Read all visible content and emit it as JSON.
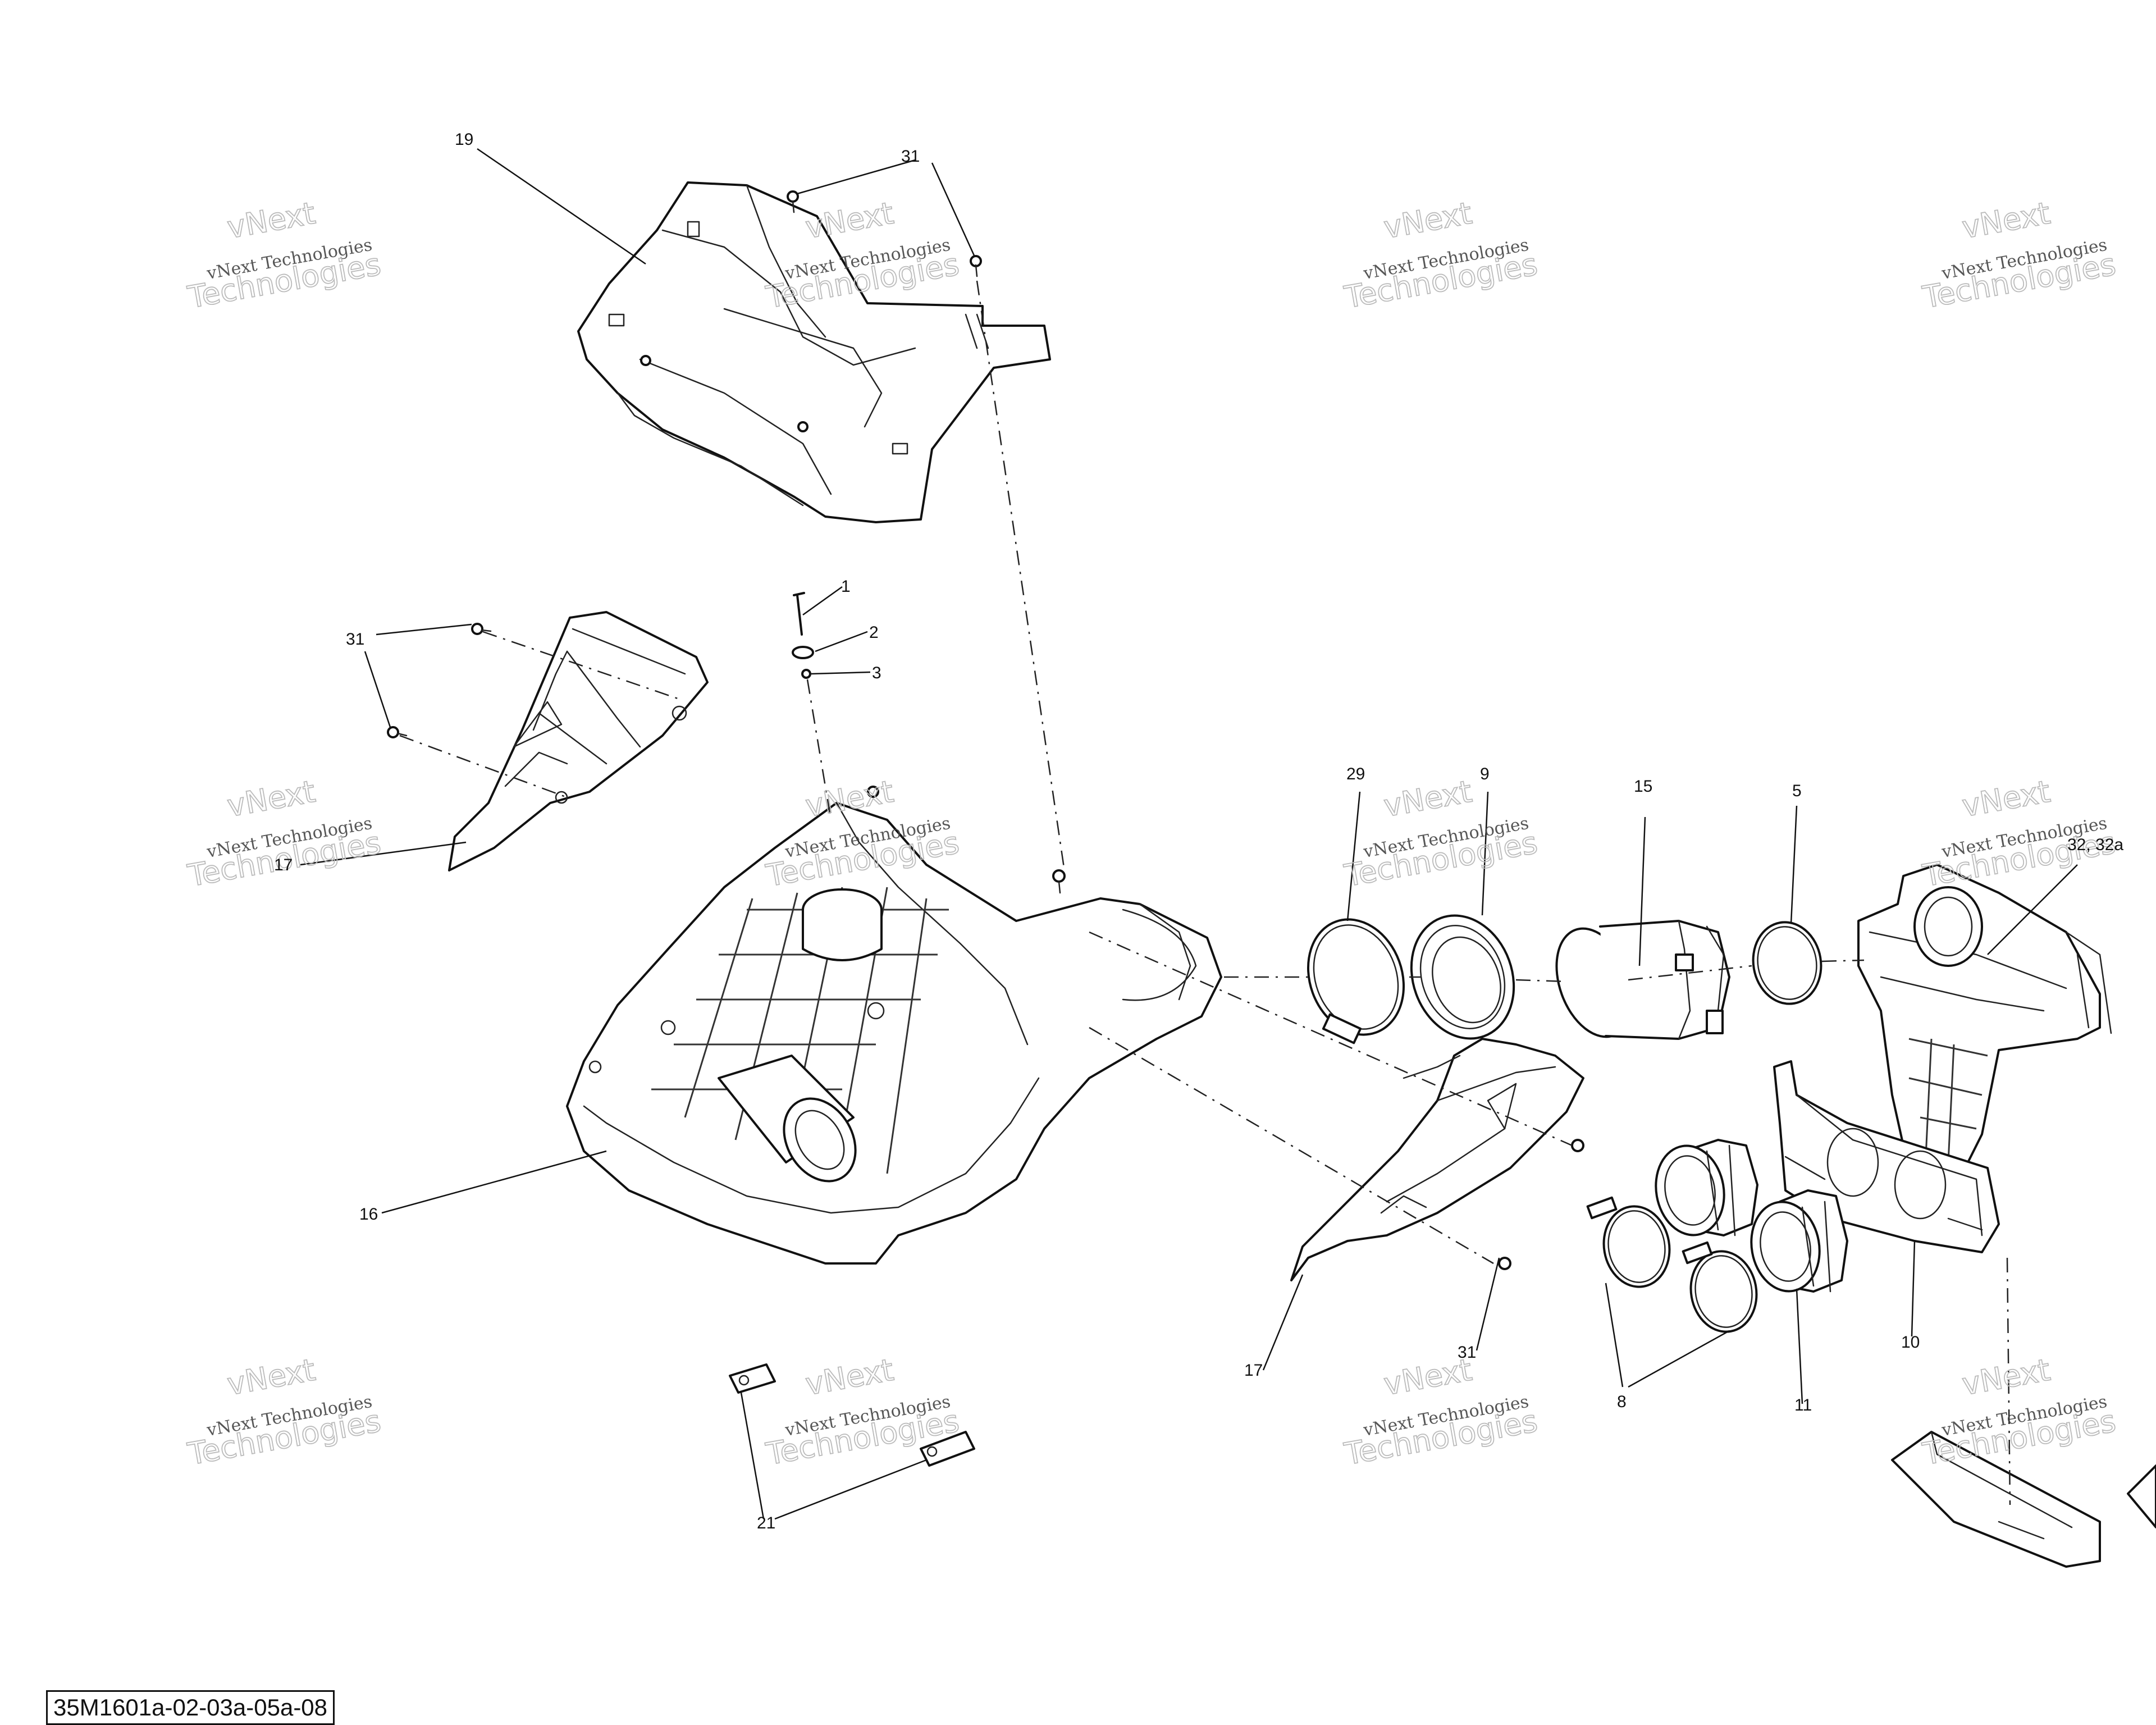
{
  "diagram": {
    "code": "35M1601a-02-03a-05a-08",
    "watermark": {
      "line1": "vNext Technologies",
      "line2": "vNext",
      "line3": "Technologies"
    },
    "callouts": {
      "c19": "19",
      "c31a": "31",
      "c31b": "31",
      "c31c": "31",
      "c1": "1",
      "c2": "2",
      "c3": "3",
      "c17a": "17",
      "c29": "29",
      "c9": "9",
      "c15": "15",
      "c5": "5",
      "c32": "32, 32a",
      "c16": "16",
      "c17b": "17",
      "c8": "8",
      "c11": "11",
      "c10": "10",
      "c21": "21"
    }
  }
}
